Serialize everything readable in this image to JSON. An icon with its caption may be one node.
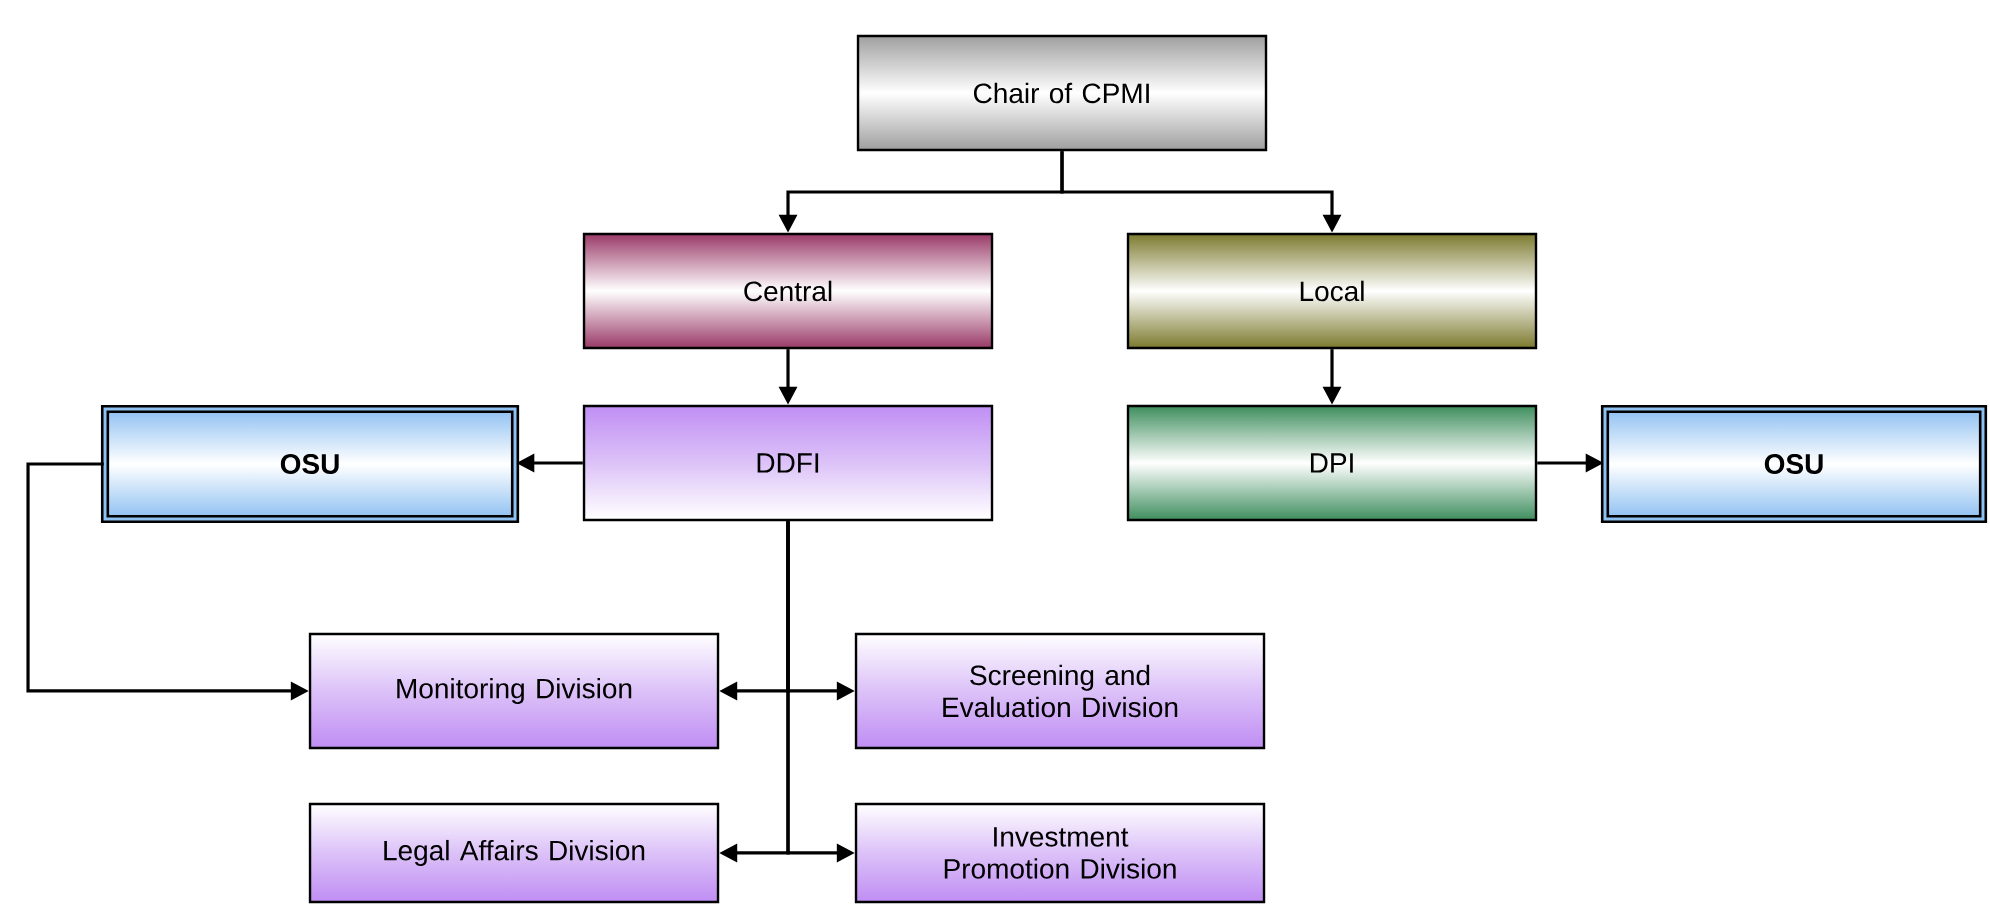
{
  "diagram": {
    "nodes": [
      {
        "text": [
          "Chair of CPMI"
        ]
      },
      {
        "text": [
          "Central"
        ]
      },
      {
        "text": [
          "Local"
        ]
      },
      {
        "text": [
          "OSU"
        ]
      },
      {
        "text": [
          "DDFI"
        ]
      },
      {
        "text": [
          "DPI"
        ]
      },
      {
        "text": [
          "OSU"
        ]
      },
      {
        "text": [
          "Monitoring Division"
        ]
      },
      {
        "text": [
          "Screening and Evaluation Division"
        ]
      },
      {
        "text": [
          "Legal Affairs Division"
        ]
      },
      {
        "text": [
          "Investment Promotion Division"
        ]
      }
    ],
    "edges": [
      {
        "from": 0,
        "to": 1,
        "arrow": "to"
      },
      {
        "from": 0,
        "to": 2,
        "arrow": "to"
      },
      {
        "from": 1,
        "to": 4,
        "arrow": "to"
      },
      {
        "from": 2,
        "to": 5,
        "arrow": "to"
      },
      {
        "from": 4,
        "to": 3,
        "arrow": "to"
      },
      {
        "from": 5,
        "to": 6,
        "arrow": "to"
      },
      {
        "from": 3,
        "to": 7,
        "arrow": "to"
      },
      {
        "from": 4,
        "to": 7,
        "arrow": "to"
      },
      {
        "from": 4,
        "to": 8,
        "arrow": "to"
      },
      {
        "from": 4,
        "to": 9,
        "arrow": "to"
      },
      {
        "from": 4,
        "to": 10,
        "arrow": "to"
      }
    ]
  }
}
